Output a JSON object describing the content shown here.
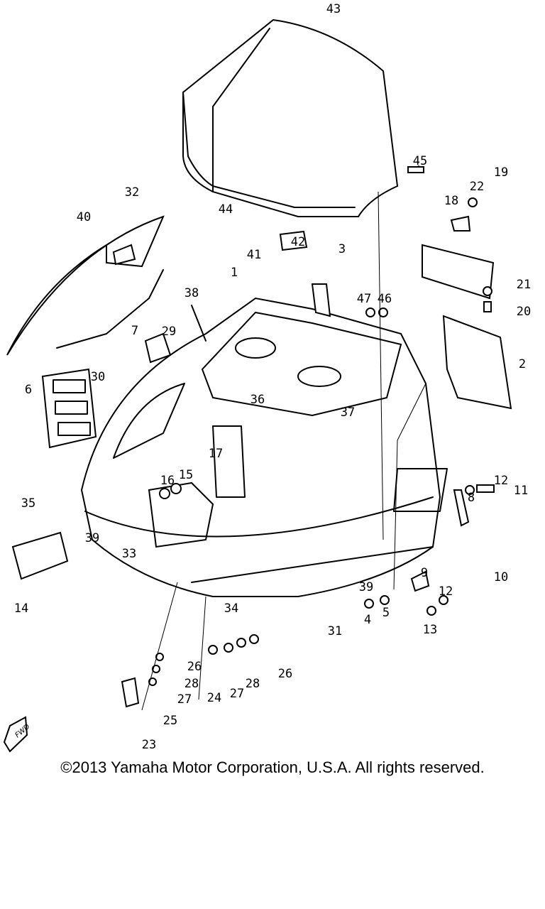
{
  "diagram": {
    "callouts": [
      "43",
      "45",
      "19",
      "22",
      "18",
      "32",
      "40",
      "42",
      "41",
      "3",
      "1",
      "38",
      "29",
      "30",
      "7",
      "47",
      "46",
      "21",
      "20",
      "2",
      "6",
      "36",
      "37",
      "11",
      "12",
      "17",
      "16",
      "15",
      "35",
      "8",
      "39",
      "33",
      "14",
      "39",
      "4",
      "5",
      "9",
      "10",
      "12",
      "13",
      "31",
      "34",
      "26",
      "28",
      "27",
      "25",
      "23",
      "24",
      "27",
      "28",
      "26",
      "44"
    ],
    "fwd_badge": "FWD"
  },
  "footer": {
    "copyright": "©2013 Yamaha Motor Corporation, U.S.A. All rights reserved."
  }
}
